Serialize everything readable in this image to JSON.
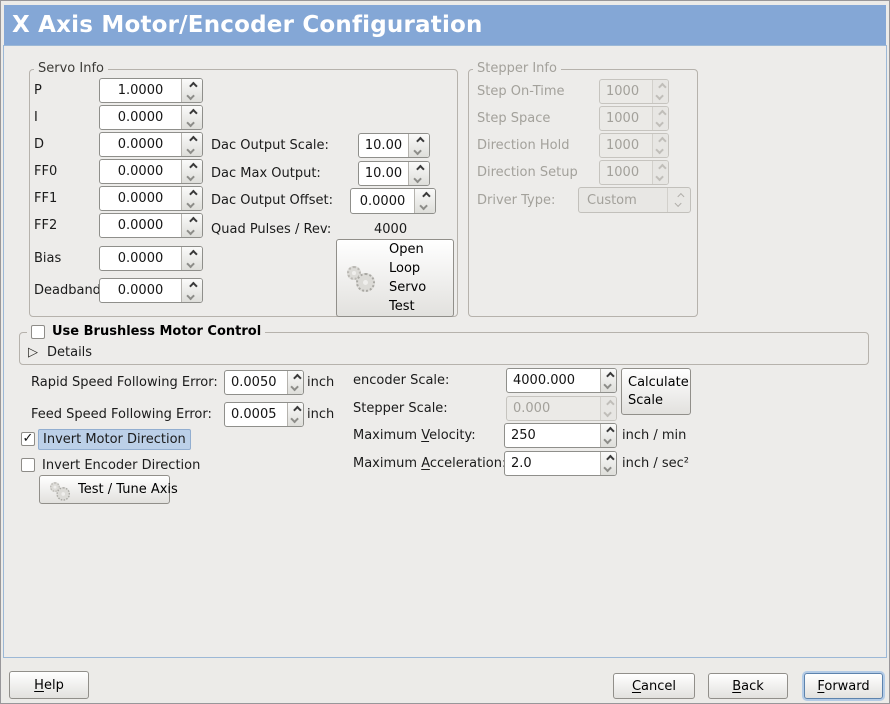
{
  "window": {
    "title": "X Axis Motor/Encoder Configuration"
  },
  "colors": {
    "titlebar": "#84a7d6",
    "content_border": "#9cb8d6",
    "focus_highlight": "#bcd0e8",
    "background": "#ECEBE8"
  },
  "icons": {
    "expander_collapsed": "▷",
    "checkmark": "✓",
    "gears": "dotted-gear-circles",
    "spin_up": "chevron-up",
    "spin_down": "chevron-down"
  },
  "servo": {
    "frame_label": "Servo Info",
    "rows": [
      {
        "label": "P",
        "value": "1.0000"
      },
      {
        "label": "I",
        "value": "0.0000"
      },
      {
        "label": "D",
        "value": "0.0000"
      },
      {
        "label": "FF0",
        "value": "0.0000"
      },
      {
        "label": "FF1",
        "value": "0.0000"
      },
      {
        "label": "FF2",
        "value": "0.0000"
      },
      {
        "label": "Bias",
        "value": "0.0000"
      },
      {
        "label": "Deadband",
        "value": "0.0000"
      }
    ],
    "dac_scale_label": "Dac Output Scale:",
    "dac_scale_value": "10.00",
    "dac_max_label": "Dac Max Output:",
    "dac_max_value": "10.00",
    "dac_offset_label": "Dac Output Offset:",
    "dac_offset_value": "0.0000",
    "quad_label": "Quad Pulses / Rev:",
    "quad_value": "4000",
    "open_loop_button": {
      "line1": "Open",
      "line2": "Loop",
      "line3": "Servo",
      "line4": "Test"
    }
  },
  "stepper": {
    "frame_label": "Stepper Info",
    "rows": [
      {
        "label": "Step On-Time",
        "value": "1000"
      },
      {
        "label": "Step Space",
        "value": "1000"
      },
      {
        "label": "Direction Hold",
        "value": "1000"
      },
      {
        "label": "Direction Setup",
        "value": "1000"
      }
    ],
    "driver_type_label": "Driver Type:",
    "driver_type_value": "Custom"
  },
  "brushless": {
    "checkbox_label": "Use Brushless Motor Control",
    "checked": false,
    "details_label": "Details"
  },
  "following_error": {
    "rapid_label": "Rapid Speed Following Error:",
    "rapid_value": "0.0050",
    "rapid_unit": "inch",
    "feed_label": "Feed Speed Following Error:",
    "feed_value": "0.0005",
    "feed_unit": "inch"
  },
  "scales": {
    "encoder_label": "encoder Scale:",
    "encoder_value": "4000.000",
    "calculate_button_line1": "Calculate",
    "calculate_button_line2": "Scale",
    "stepper_label": "Stepper Scale:",
    "stepper_value": "0.000",
    "velocity_label_pre": "Maximum ",
    "velocity_label_mn": "V",
    "velocity_label_post": "elocity:",
    "velocity_value": "250",
    "velocity_unit": "inch / min",
    "accel_label_pre": "Maximum ",
    "accel_label_mn": "A",
    "accel_label_post": "cceleration:",
    "accel_value": "2.0",
    "accel_unit": "inch / sec²"
  },
  "direction": {
    "invert_motor_label": "Invert Motor Direction",
    "invert_motor_checked": true,
    "invert_encoder_label": "Invert Encoder Direction",
    "invert_encoder_checked": false,
    "test_tune_button": "Test / Tune Axis"
  },
  "footer": {
    "help_mn": "H",
    "help_post": "elp",
    "cancel_mn": "C",
    "cancel_post": "ancel",
    "back_mn": "B",
    "back_post": "ack",
    "forward_mn": "F",
    "forward_post": "orward"
  }
}
